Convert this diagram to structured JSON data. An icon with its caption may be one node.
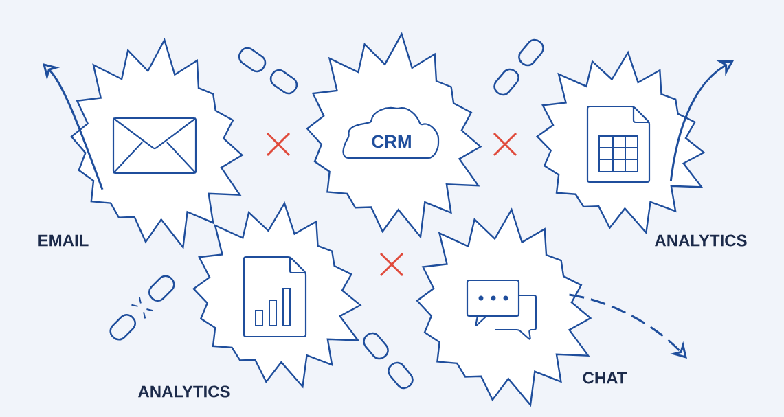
{
  "diagram": {
    "nodes": [
      {
        "text": [],
        "shape": "burst",
        "beside": [
          "EMAIL"
        ]
      },
      {
        "text": [
          "CRM"
        ]
      },
      {
        "text": [],
        "shape": "burst",
        "beside": [
          "ANALYTICS"
        ]
      },
      {
        "text": [],
        "shape": "burst",
        "beside": [
          "ANALYTICS"
        ]
      },
      {
        "text": [],
        "shape": "burst",
        "beside": [
          "CHAT"
        ]
      }
    ],
    "edges": [
      {
        "from": 0,
        "to": null,
        "arrow": "to"
      },
      {
        "from": 2,
        "to": null,
        "arrow": "to"
      },
      {
        "from": 4,
        "to": null,
        "arrow": "to",
        "style": "dashed"
      }
    ]
  }
}
